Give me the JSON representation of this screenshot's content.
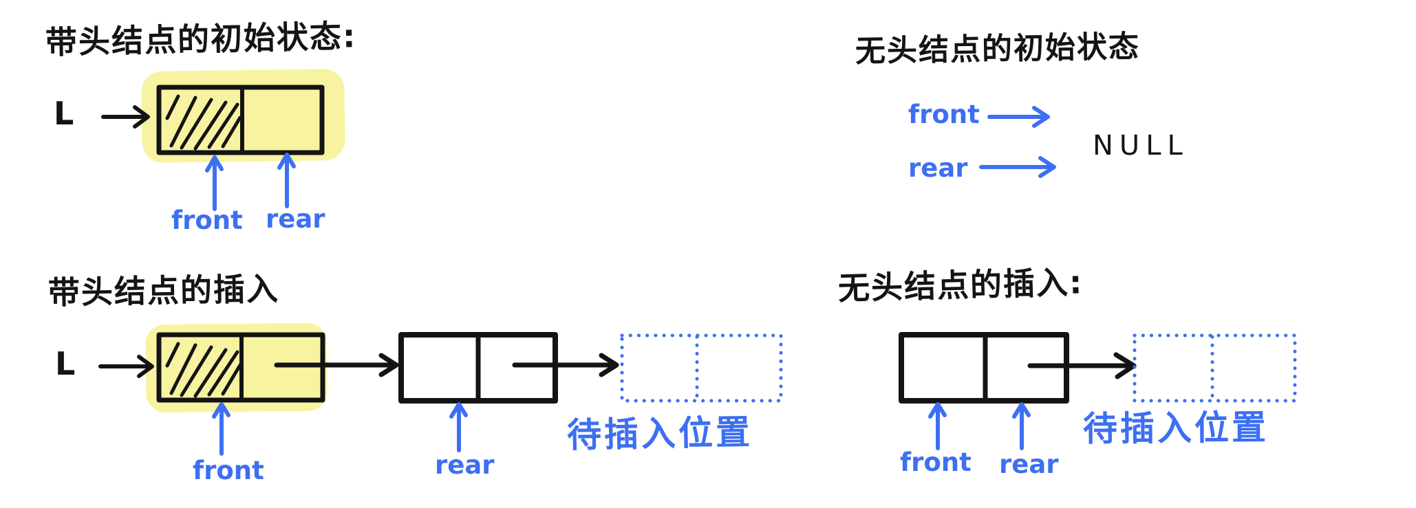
{
  "colors": {
    "ink": "#141414",
    "pointer_blue": "#3d6ff2",
    "highlight_yellow": "#f8f3a0"
  },
  "sections": {
    "head_initial": {
      "title": "带头结点的初始状态:",
      "pointer_label": "L",
      "front_label": "front",
      "rear_label": "rear"
    },
    "no_head_initial": {
      "title": "无头结点的初始状态",
      "front_label": "front",
      "rear_label": "rear",
      "null_label": "NULL"
    },
    "head_insert": {
      "title": "带头结点的插入",
      "pointer_label": "L",
      "front_label": "front",
      "rear_label": "rear",
      "insert_position_label": "待插入位置"
    },
    "no_head_insert": {
      "title": "无头结点的插入:",
      "front_label": "front",
      "rear_label": "rear",
      "insert_position_label": "待插入位置"
    }
  }
}
